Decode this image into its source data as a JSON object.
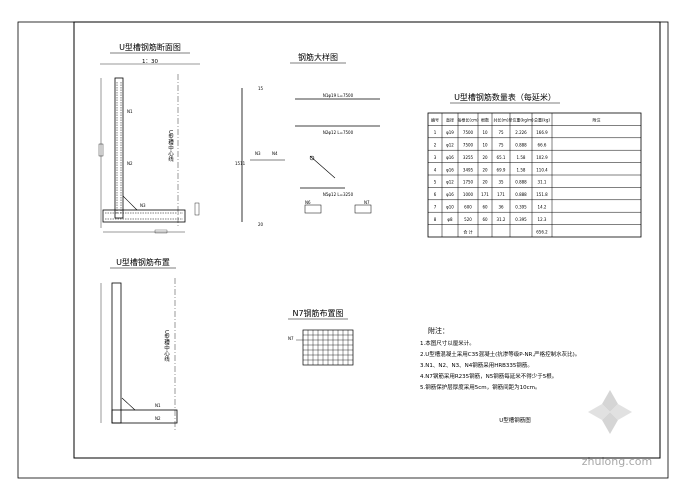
{
  "drawing": {
    "section_view": {
      "title": "U型槽钢筋断面图",
      "scale": "1：30",
      "side_text": "U型槽中心线"
    },
    "detail_view": {
      "title": "钢筋大样图",
      "bar_labels": [
        "N1φ19 L=7500",
        "N2φ12 L=7500",
        "N3",
        "N4",
        "N5φ12 L=3250",
        "N6",
        "N7"
      ],
      "dim_labels": [
        "15",
        "20",
        "1511"
      ]
    },
    "layout_view": {
      "title": "U型槽钢筋布置",
      "side_text": "U型槽中心线",
      "marks": [
        "N1",
        "N2"
      ]
    },
    "plan_view": {
      "title": "N7钢筋布置图",
      "mark": "N7"
    },
    "quantity_table": {
      "title": "U型槽钢筋数量表（每延米）",
      "headers": [
        "编号",
        "直径",
        "每根长(cm)",
        "根数",
        "共长(m)",
        "单位重(kg/m)",
        "总重(kg)",
        "附注"
      ],
      "rows": [
        [
          "1",
          "φ19",
          "7500",
          "10",
          "75",
          "2.226",
          "166.9",
          ""
        ],
        [
          "2",
          "φ12",
          "7500",
          "10",
          "75",
          "0.888",
          "66.6",
          ""
        ],
        [
          "3",
          "φ16",
          "3255",
          "20",
          "65.1",
          "1.58",
          "102.9",
          ""
        ],
        [
          "4",
          "φ16",
          "3495",
          "20",
          "69.9",
          "1.58",
          "110.4",
          ""
        ],
        [
          "5",
          "φ12",
          "1750",
          "20",
          "35",
          "0.888",
          "31.1",
          ""
        ],
        [
          "6",
          "φ16",
          "1000",
          "171",
          "171",
          "0.888",
          "151.8",
          ""
        ],
        [
          "7",
          "φ10",
          "600",
          "60",
          "36",
          "0.395",
          "14.2",
          ""
        ],
        [
          "8",
          "φ8",
          "520",
          "60",
          "31.2",
          "0.395",
          "12.3",
          ""
        ]
      ],
      "total_label": "合 计",
      "total_value": "656.2"
    },
    "notes": {
      "heading": "附注：",
      "items": [
        "1.本图尺寸以厘米计。",
        "2.U型槽混凝土采用C35混凝土(抗渗等级P-NR,严格控制水灰比)。",
        "3.N1、N2、N3、N4钢筋采用HRB335钢筋。",
        "4.N7钢筋采用R235钢筋，N5钢筋每延米不得少于5根。",
        "5.钢筋保护层厚度采用5cm，钢筋间距为10cm。"
      ]
    },
    "title_block": "U型槽钢筋图",
    "watermark": "zhulong.com"
  }
}
